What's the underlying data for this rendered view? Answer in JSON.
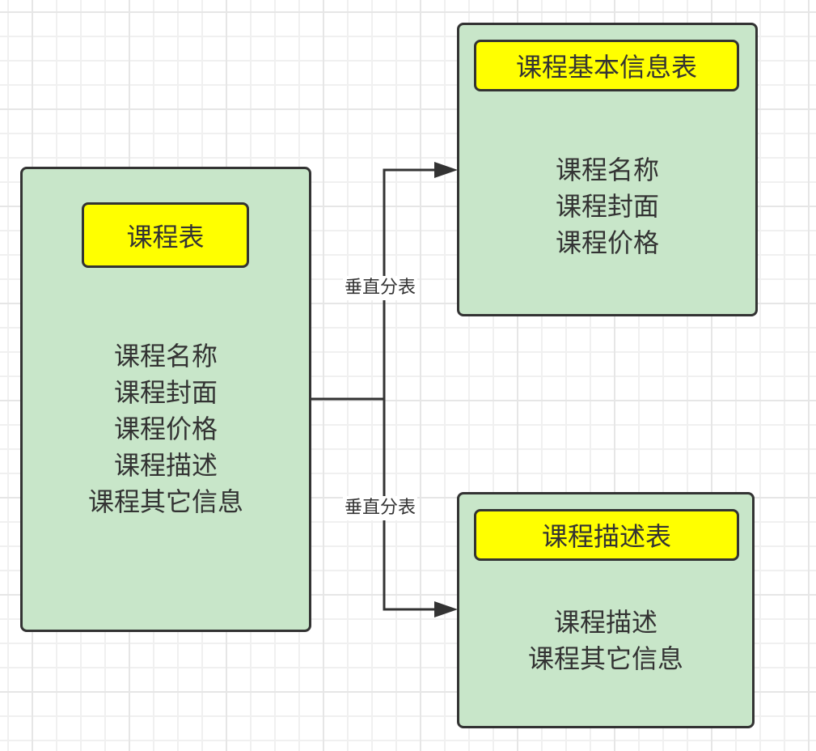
{
  "source_table": {
    "title": "课程表",
    "fields": [
      "课程名称",
      "课程封面",
      "课程价格",
      "课程描述",
      "课程其它信息"
    ]
  },
  "target_tables": [
    {
      "title": "课程基本信息表",
      "fields": [
        "课程名称",
        "课程封面",
        "课程价格"
      ]
    },
    {
      "title": "课程描述表",
      "fields": [
        "课程描述",
        "课程其它信息"
      ]
    }
  ],
  "edges": [
    {
      "from": "课程表",
      "to": "课程基本信息表",
      "label": "垂直分表"
    },
    {
      "from": "课程表",
      "to": "课程描述表",
      "label": "垂直分表"
    }
  ],
  "colors": {
    "box_fill": "#c8e6c9",
    "title_fill": "#ffff00",
    "stroke": "#333333"
  }
}
